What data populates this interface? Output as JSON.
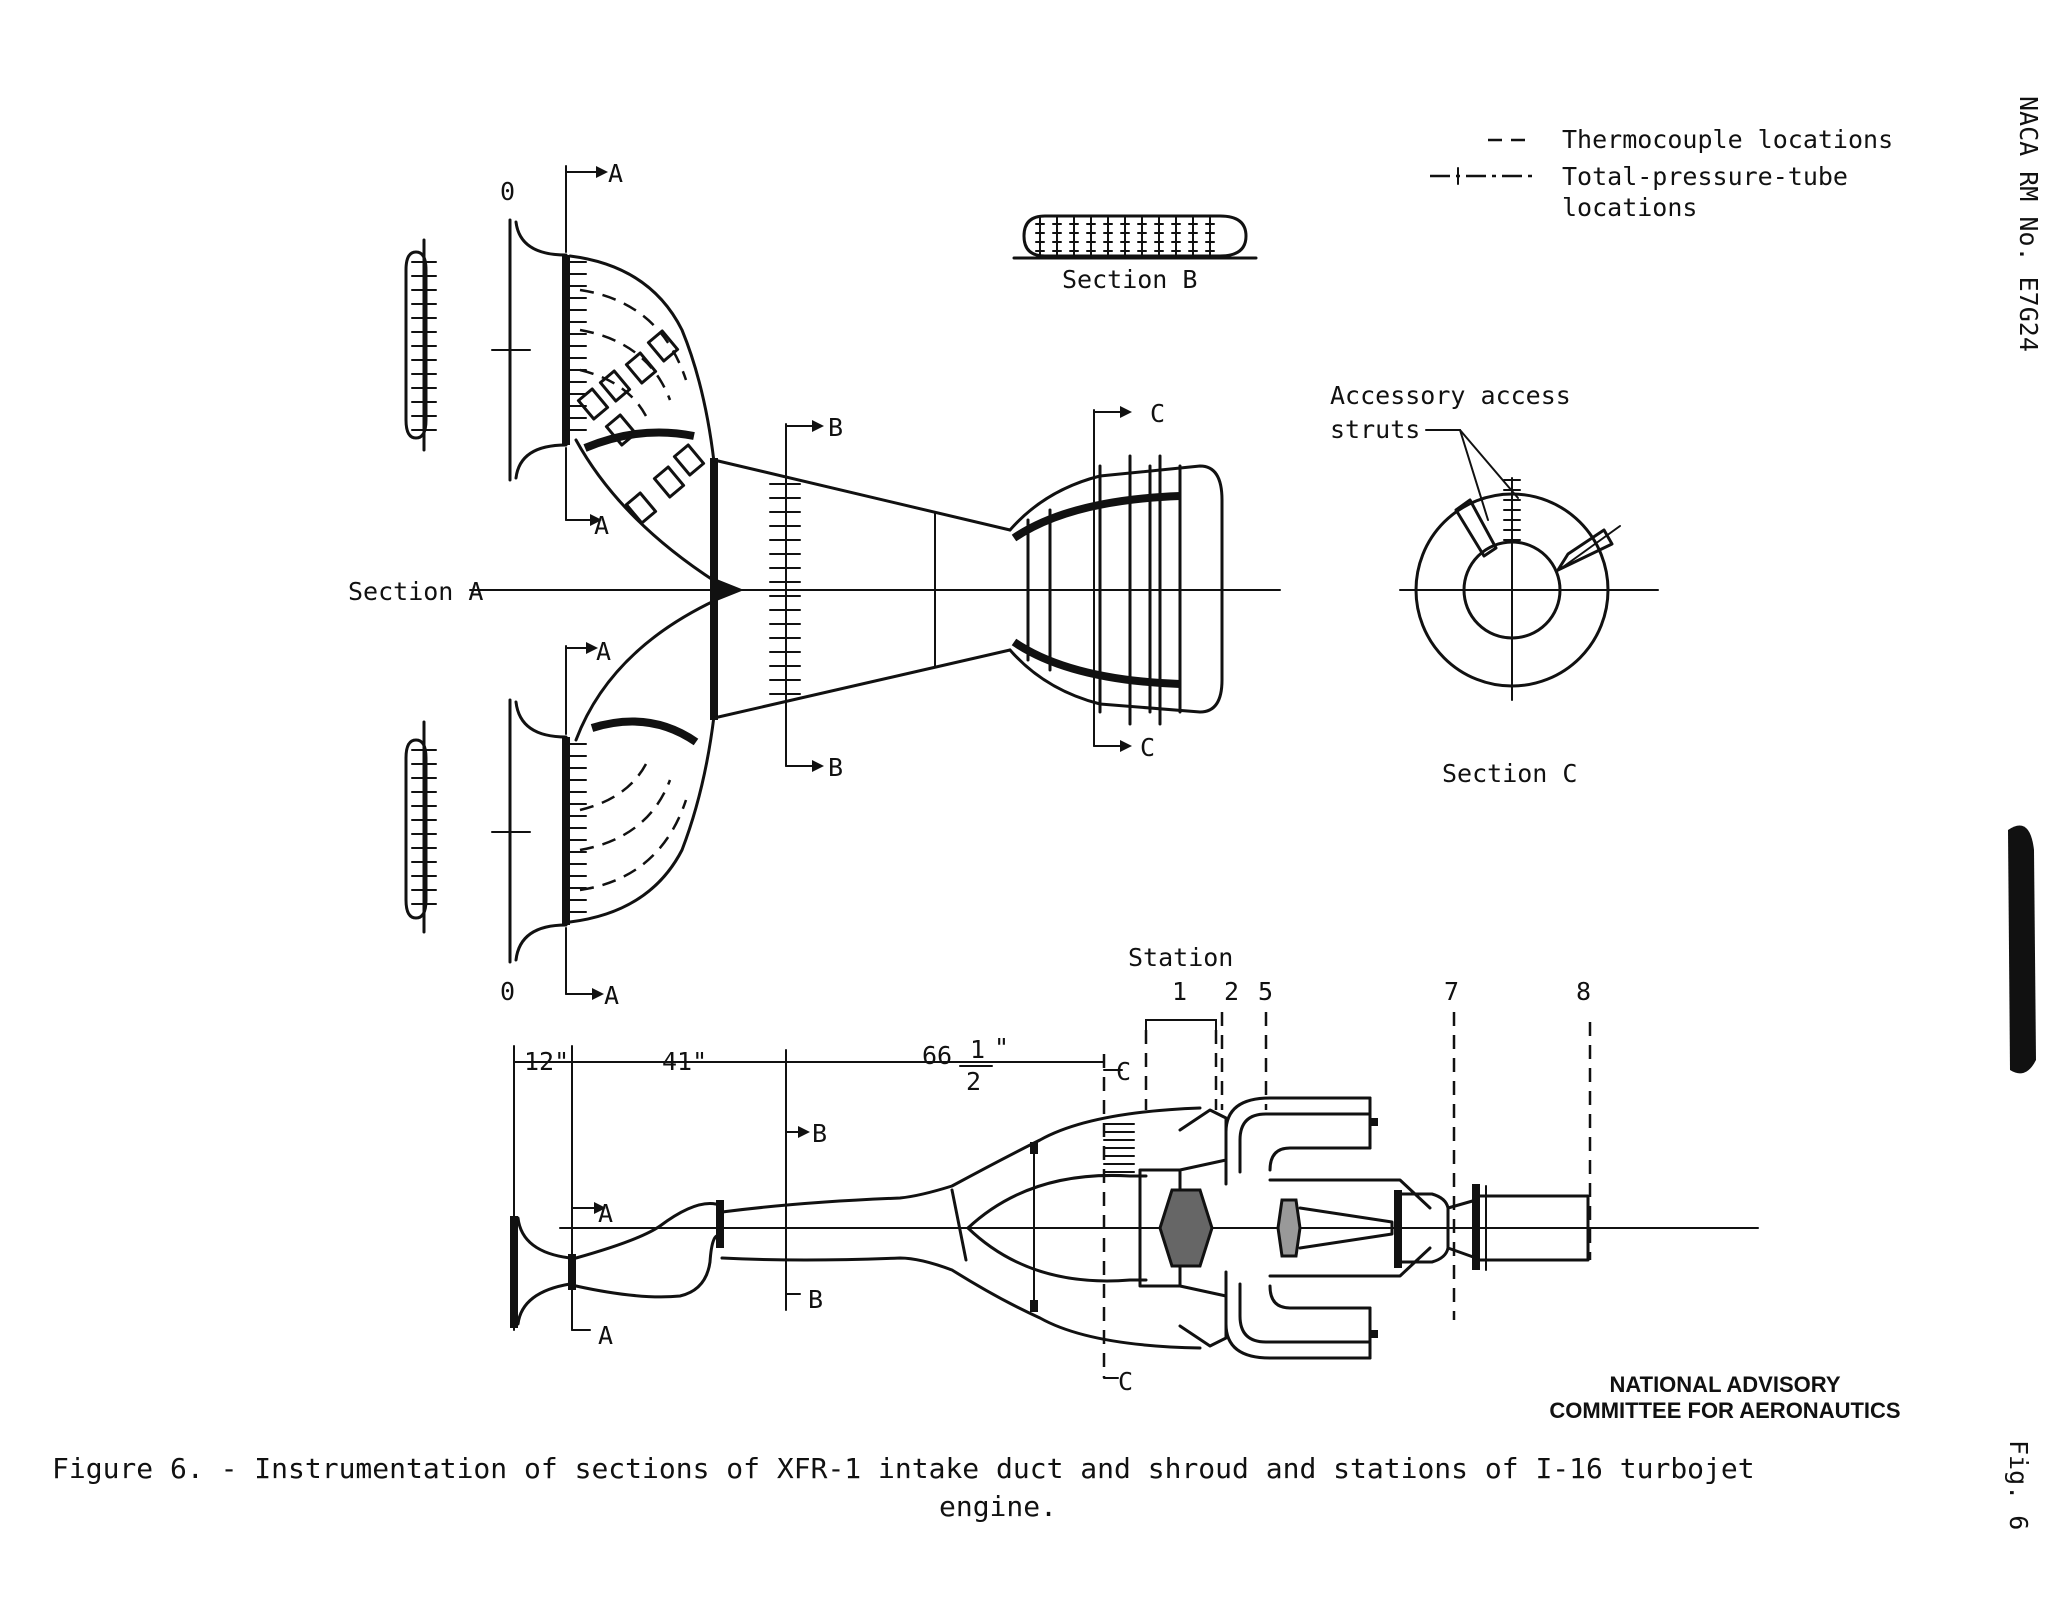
{
  "legend": {
    "thermocouple": "Thermocouple locations",
    "pressure_line1": "Total-pressure-tube",
    "pressure_line2": "locations"
  },
  "sections": {
    "a": "Section A",
    "b": "Section B",
    "c": "Section C",
    "struts_line1": "Accessory access",
    "struts_line2": "struts"
  },
  "cut_marks": {
    "a": "A",
    "b": "B",
    "c": "C",
    "zero": "0"
  },
  "side_view": {
    "station_label": "Station",
    "stations": [
      "1",
      "2",
      "5",
      "7",
      "8"
    ],
    "dim_12": "12\"",
    "dim_41": "41\"",
    "dim_66": "66",
    "dim_frac_num": "1",
    "dim_frac_den": "2",
    "dim_frac_unit": "\""
  },
  "margin": {
    "report_id": "NACA RM No. E7G24",
    "fig_label": "Fig. 6"
  },
  "credit": {
    "line1": "NATIONAL ADVISORY",
    "line2": "COMMITTEE FOR AERONAUTICS"
  },
  "caption": {
    "line1": "Figure 6. - Instrumentation of sections of XFR-1 intake duct and shroud and stations of I-16 turbojet",
    "line2": "engine."
  }
}
